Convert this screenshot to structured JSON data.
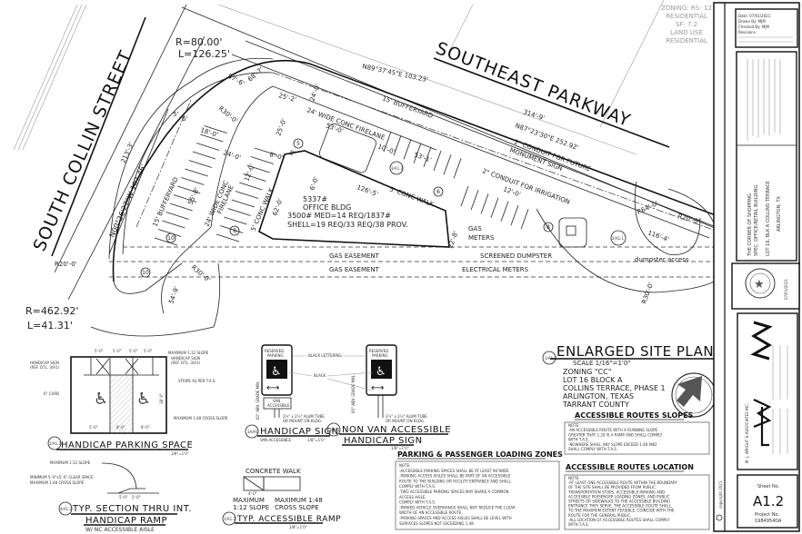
{
  "roads": {
    "south_collin": "SOUTH COLLIN STREET",
    "southeast_parkway": "SOUTHEAST PARKWAY"
  },
  "adjacent_zoning": [
    "ZONING: RS- 12",
    "RESIDENTIAL",
    "SF- 7.2",
    "LAND USE",
    "RESIDENTIAL"
  ],
  "curve_labels": {
    "top_r": "R=80.00'",
    "top_l": "L=126.25'",
    "bottom_r": "R=462.92'",
    "bottom_l": "L=41.31'"
  },
  "dimensions": {
    "west_bearing": "N00°26'27\"W 107.46'",
    "west_length": "213'-3'",
    "north_bearing_1": "N89°37'45\"E 103.23'",
    "north_length": "314'-9'",
    "north_bearing_2": "N87°23'30\"E 252.92'",
    "d57_6": "57'-6'",
    "d68_7": "68'-7'",
    "r30_top": "R30'-0'",
    "d5": "5'",
    "d6": "6'",
    "d18": "18'-0'",
    "d24": "24'-0'",
    "d25_2": "25'-2'",
    "d24b": "24'-0'",
    "d53_0": "53'-0'",
    "d10_0": "10'-0'",
    "d53_1": "53'-1'",
    "d8": "8'",
    "d8b": "8'-0'",
    "d12": "12'-0'",
    "d25": "25'-0'",
    "d62": "62'-0'",
    "d6b": "6'-0'",
    "d126_5": "126'-5'",
    "d22_8": "22'-8'",
    "d12b": "12'-0'",
    "d116_4": "116'-4'",
    "r64": "R64'-0'",
    "r20_right": "R20'-0'",
    "r20_left": "R20'-0'",
    "r30_bottom": "R30'-0'",
    "r30_right": "R30'-0'",
    "d54_9": "54'-9'",
    "d55_8": "55'-8'"
  },
  "site_labels": {
    "west_bufferyard": "15' BUFFERYARD",
    "west_firelane_1": "24' WIDE CONC",
    "west_firelane_2": "FIRELANE",
    "west_walk": "5' CONC WALK",
    "north_bufferyard": "15' BUFFERYARD",
    "north_firelane": "24' WIDE CONC FIRELANE",
    "south_walk": "5' CONC WALK",
    "conduit_monument_1": "2\" CONDUIT FOR FUTURE",
    "conduit_monument_2": "MONUMENT SIGN",
    "conduit_irrigation": "2\" CONDUIT FOR IRRIGATION",
    "gas_meters_1": "GAS",
    "gas_meters_2": "METERS",
    "gas_easement_1": "GAS EASEMENT",
    "gas_easement_2": "GAS EASEMENT",
    "screened_dumpster": "SCREENED DUMPSTER",
    "electrical_meters": "ELECTRICAL METERS",
    "dumpster_access": "dumpster access",
    "stall_counts": [
      "10",
      "8",
      "5",
      "6",
      "8",
      "10"
    ],
    "callout_1": "3/A1.2",
    "callout_2": "2/A1.1"
  },
  "building": {
    "area": "5337#",
    "name": "OFFICE BLDG",
    "line1": "3500# MED=14 REQ/1837#",
    "line2": "SHELL=19 REQ/33 REQ/38 PROV."
  },
  "enlarged_site_plan": {
    "callout": "1/A1.2",
    "title": "ENLARGED SITE PLAN",
    "scale": "SCALE 1/16\"=1'0\"",
    "zoning": [
      "ZONING \"CC\"",
      "LOT 16 BLOCK A",
      "COLLINS TERRACE, PHASE 1",
      "ARLINGTON, TEXAS",
      "TARRANT COUNTY"
    ]
  },
  "handicap_parking": {
    "callout": "2/A1.2",
    "title": "HANDICAP PARKING SPACE",
    "scale": "1/8\"=1'0\"",
    "labels": {
      "sign_ref_1": "HANDICAP SIGN",
      "sign_ref_2": "(REF. DTL. 3/A1)",
      "curb": "6\" CURB",
      "max_slope": "MAXIMUM 1:12 SLOPE",
      "sign_ref_r1": "HANDICAP SIGN",
      "sign_ref_r2": "(REF. DTL. 3/A1)",
      "stripe": "STRIPE AS PER T.A.S.",
      "cross_slope": "MAXIMUM 1:48 CROSS SLOPE",
      "dims": [
        "5'-0\"",
        "5'-0\"",
        "5'-0\"",
        "5'-0\"",
        "5'-0\"",
        "8'-0\"",
        "8'-0\"",
        "18'-0\""
      ]
    }
  },
  "ramp_section": {
    "callout": "4/A1.2",
    "title1": "TYP. SECTION THRU INT.",
    "title2": "HANDICAP RAMP",
    "sub": "W/ NC ACCESSIBLE AISLE",
    "labels": [
      "MAXIMUM 1:12 SLOPE",
      "MINIMUM 5'-0\"x5'-0\" CLEAR SPACE",
      "MAXIMUM 1:48 CROSS SLOPE"
    ],
    "dims": [
      "5'-0\"",
      "5'-0\""
    ]
  },
  "accessible_ramp": {
    "callout": "1/A1.2",
    "title": "TYP. ACCESSIBLE RAMP",
    "scale": "1/8\"=1'0\"",
    "concrete_walk": "CONCRETE WALK",
    "max_slope_1": "MAXIMUM",
    "max_slope_2": "1:12 SLOPE",
    "cross_1": "MAXIMUM 1:48",
    "cross_2": "CROSS SLOPE",
    "dim": "4'-0\""
  },
  "signs": {
    "reserved_1": "RESERVED",
    "reserved_2": "PARKING",
    "van": [
      "VAN",
      "ACCESSIBLE"
    ],
    "black_lettering": "BLACK LETTERING",
    "black": "BLACK",
    "tube_1": "2½\" x 2½\" ALUM TUBE",
    "tube_2": "OR MOUNT ON BLDG.",
    "grade": "60\" ABV. GRADE MIN.",
    "sign_a_callout": "3A/A1",
    "sign_a_title": "HANDICAP SIGN",
    "sign_a_sub": "VAN ACCESSIBLE",
    "sign_a_scale": "1/8\"=1'0\"",
    "sign_b_callout": "3B/A1",
    "sign_b_title1": "NON VAN ACCESSIBLE",
    "sign_b_title2": "HANDICAP SIGN",
    "sign_b_scale": "1/8\"=1'0\""
  },
  "notes": {
    "parking": {
      "title": "PARKING & PASSENGER LOADING ZONES",
      "note": "NOTE:",
      "items": [
        "-ACCESSIBLE PARKING SPACES SHALL BE AT LEAST 96\"WIDE",
        "-PARKING ACCESS AISLES SHALL BE PART OF AN ACCESSIBLE",
        " ROUTE TO THE BUILDING OR FACILITY ENTRANCE AND SHALL",
        " COMPLY WITH T.A.S.",
        "-TWO ACCESSIBLE PARKING SPACES MAY SHARE A COMMON",
        " ACCESS AISLE.",
        " COMPLY WITH T.A.S.",
        "-PARKED VEHICLE OVERHANGS SHALL NOT REDUCE THE CLEAR",
        " WIDTH OF AN ACCESSIBLE ROUTE.",
        "-PARKING SPACES AND ACCESS AISLES SHALL BE LEVEL WITH",
        " SURFACES SLOPES NOT EXCEEDING 1:48"
      ]
    },
    "slopes": {
      "title": "ACCESSIBLE ROUTES SLOPES",
      "note": "NOTE:",
      "items": [
        "-AN ACCESSIBLE ROUTE WITH A RUNNING SLOPE",
        " GREATER THAT 1:20 IS A RAMP AND SHALL COMPLY",
        " WITH T.A.S.",
        "-NOWHERE SHALL ANY SLOPE EXCEED 1:48 AND",
        " SHALL COMPLY WITH T.A.S."
      ]
    },
    "location": {
      "title": "ACCESSIBLE ROUTES LOCATION",
      "note": "NOTE:",
      "items": [
        "-AT LEAST ONE ACCESSIBLE ROUTE WITHIN THE BOUNDARY",
        " OF THE SITE SHALL BE PROVIDED FROM PUBLIC",
        " TRANSPORTATION STOPS, ACCESSIBLE PARKING AND",
        " ACCESSIBLE PASSENGER LOADING ZONES, AND PUBLIC",
        " STREETS OR SIDEWALKS TO THE ACCESSIBLE BUILDING",
        " ENTRANCE THEY SERVE. THE ACCESSIBLE ROUTE SHALL,",
        " TO THE MAXIMUM EXTENT FEASIBLE, COINCIDE WITH THE",
        " ROUTE FOR THE GENERAL PUBLIC.",
        "-ALL LOCATION OF ACCESSIBLE ROUTES SHALL COMPLY",
        " WITH T.A.S."
      ]
    }
  },
  "title_block": {
    "date": "Date: 07/01/2021",
    "drawn_by": "Drawn By: MJM",
    "checked_by": "Checked By: MJM",
    "revisions": "Revisions",
    "project_name_1": "THE CORNER OF SHOPPING",
    "project_name_2": "SPEC. OFFICE/RETAIL BUILDING",
    "project_lot": "LOT 16, BLK A COLLINS TERRACE",
    "project_city": "ARLINGTON, TX",
    "seal_date": "07/01/2021",
    "firm_name": "M. J. WRIGHT & ASSOCIATES INC.",
    "logo": "MJW",
    "copyright": "copyright 2021",
    "sheet_label": "Sheet No.",
    "sheet_no": "A1.2",
    "project_label": "Project No.",
    "project_no": "1984954DA"
  },
  "colors": {
    "ink": "#111111",
    "faint": "#999999",
    "paper": "#ffffff"
  }
}
